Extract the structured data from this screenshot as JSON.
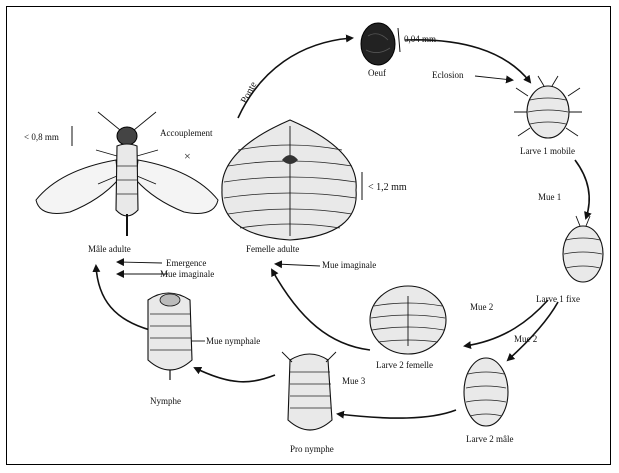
{
  "labels": {
    "oeuf": "Oeuf",
    "oeuf_size": "0,04 mm",
    "eclosion": "Eclosion",
    "larve1_mobile": "Larve 1 mobile",
    "mue1": "Mue 1",
    "larve1_fixe": "Larve 1 fixe",
    "mue2_a": "Mue 2",
    "mue2_b": "Mue 2",
    "larve2_femelle": "Larve 2 femelle",
    "larve2_male": "Larve 2 mâle",
    "mue3": "Mue 3",
    "pronymphe": "Pro nymphe",
    "mue_nymphale": "Mue nymphale",
    "nymphe": "Nymphe",
    "emergence": "Emergence",
    "mue_imaginale_male": "Mue imaginale",
    "male_adulte": "Mâle adulte",
    "male_size": "< 0,8 mm",
    "accouplement": "Accouplement",
    "cross": "×",
    "femelle_adulte": "Femelle adulte",
    "femelle_size": "< 1,2 mm",
    "mue_imaginale_femelle": "Mue imaginale",
    "ponte": "Ponte"
  }
}
